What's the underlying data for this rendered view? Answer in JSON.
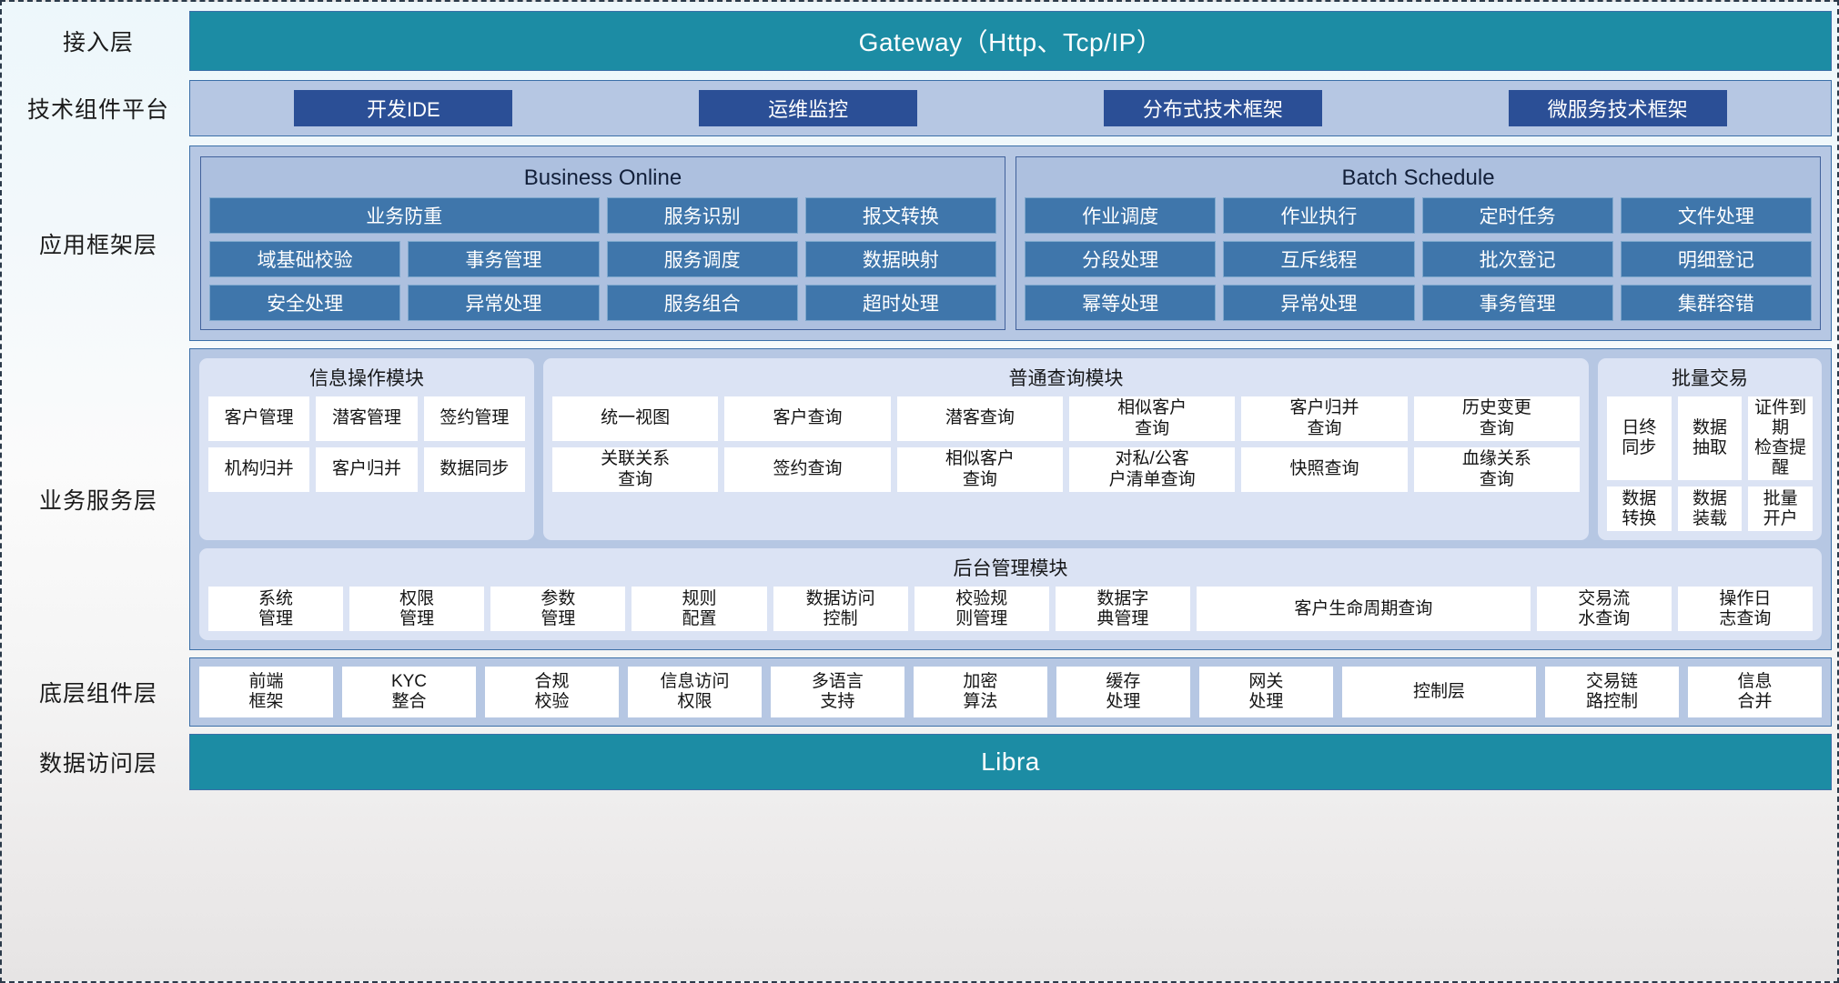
{
  "layers": [
    {
      "label": "接入层"
    },
    {
      "label": "技术组件平台"
    },
    {
      "label": "应用框架层"
    },
    {
      "label": "业务服务层"
    },
    {
      "label": "底层组件层"
    },
    {
      "label": "数据访问层"
    }
  ],
  "access_layer": {
    "title": "Gateway（Http、Tcp/IP）"
  },
  "tech_platform": {
    "items": [
      "开发IDE",
      "运维监控",
      "分布式技术框架",
      "微服务技术框架"
    ]
  },
  "app_framework": {
    "groups": [
      {
        "title": "Business Online",
        "cells": [
          "业务防重",
          "服务识别",
          "报文转换",
          "域基础校验",
          "事务管理",
          "服务调度",
          "数据映射",
          "安全处理",
          "异常处理",
          "服务组合",
          "超时处理"
        ]
      },
      {
        "title": "Batch Schedule",
        "cells": [
          "作业调度",
          "作业执行",
          "定时任务",
          "文件处理",
          "分段处理",
          "互斥线程",
          "批次登记",
          "明细登记",
          "幂等处理",
          "异常处理",
          "事务管理",
          "集群容错"
        ]
      }
    ]
  },
  "business_service": {
    "info_module": {
      "title": "信息操作模块",
      "cells": [
        "客户管理",
        "潜客管理",
        "签约管理",
        "机构归并",
        "客户归并",
        "数据同步"
      ]
    },
    "query_module": {
      "title": "普通查询模块",
      "cells": [
        "统一视图",
        "客户查询",
        "潜客查询",
        "相似客户\n查询",
        "客户归并\n查询",
        "历史变更\n查询",
        "关联关系\n查询",
        "签约查询",
        "相似客户\n查询",
        "对私/公客\n户清单查询",
        "快照查询",
        "血缘关系\n查询"
      ]
    },
    "batch_module": {
      "title": "批量交易",
      "cells": [
        "日终\n同步",
        "数据\n抽取",
        "证件到期\n检查提醒",
        "数据\n转换",
        "数据\n装载",
        "批量\n开户"
      ]
    },
    "admin_module": {
      "title": "后台管理模块",
      "cells": [
        "系统\n管理",
        "权限\n管理",
        "参数\n管理",
        "规则\n配置",
        "数据访问\n控制",
        "校验规\n则管理",
        "数据字\n典管理",
        "客户生命周期查询",
        "交易流\n水查询",
        "操作日\n志查询"
      ]
    }
  },
  "base_component": {
    "cells": [
      "前端\n框架",
      "KYC\n整合",
      "合规\n校验",
      "信息访问\n权限",
      "多语言\n支持",
      "加密\n算法",
      "缓存\n处理",
      "网关\n处理",
      "控制层",
      "交易链\n路控制",
      "信息\n合并"
    ]
  },
  "data_access": {
    "title": "Libra"
  },
  "colors": {
    "teal": "#1c8ca4",
    "panel_blue": "#b6c7e3",
    "group_blue": "#adc0df",
    "cell_blue": "#3f76ab",
    "tech_blue": "#2b4f96",
    "module_bg": "#dbe3f4"
  }
}
